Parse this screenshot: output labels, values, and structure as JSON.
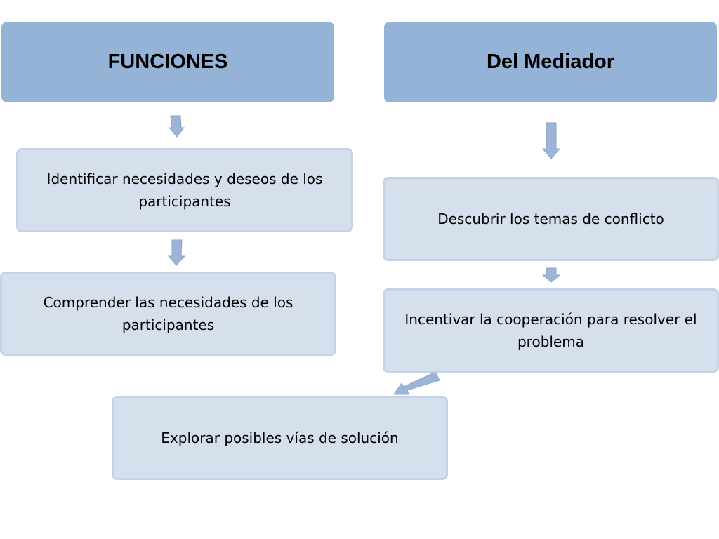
{
  "headers": {
    "left": "FUNCIONES",
    "right": "Del Mediador"
  },
  "left_column": {
    "step1": "Identificar  necesidades y deseos de los participantes",
    "step2": "Comprender las necesidades de los participantes"
  },
  "right_column": {
    "step1": "Descubrir los temas de conflicto",
    "step2": "Incentivar la cooperación para resolver el problema"
  },
  "bottom": {
    "step": "Explorar posibles vías de solución"
  },
  "colors": {
    "header_fill": "#95b3d7",
    "node_fill": "#d6dfec",
    "node_border": "#c5d3e8",
    "arrow_fill": "#9db4d6"
  }
}
